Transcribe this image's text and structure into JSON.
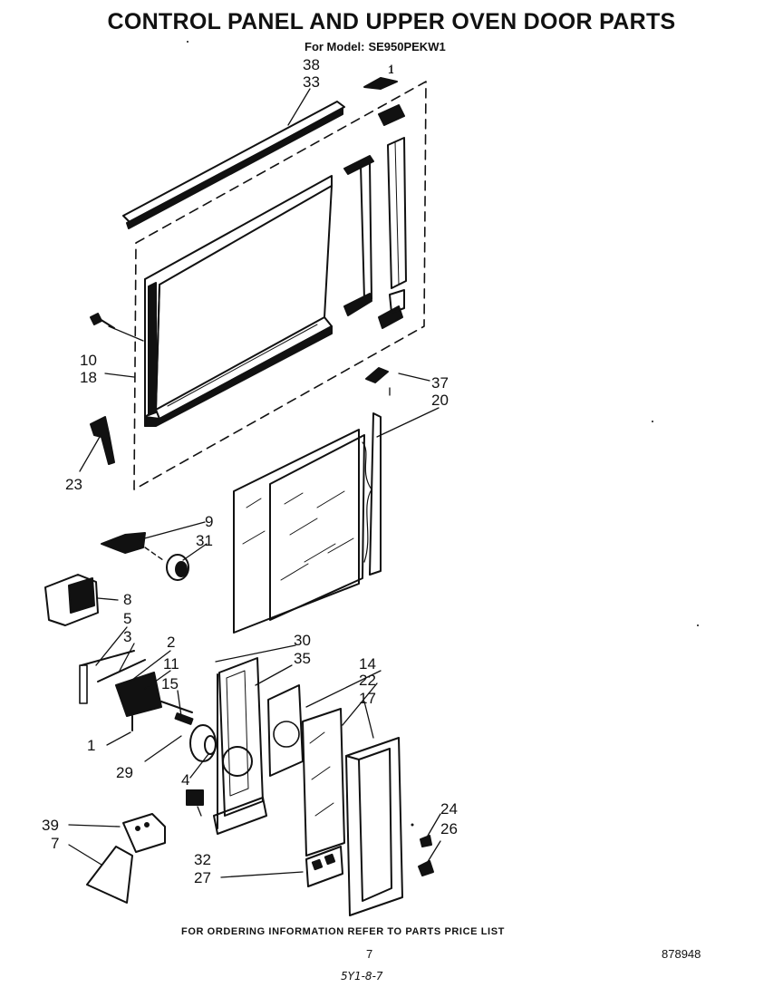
{
  "title": "CONTROL PANEL AND UPPER OVEN DOOR PARTS",
  "model": {
    "prefix": "For Model:",
    "value": "SE950PEKW1"
  },
  "callouts": [
    "38",
    "33",
    "1",
    "10",
    "18",
    "23",
    "37",
    "20",
    "9",
    "31",
    "8",
    "5",
    "3",
    "2",
    "11",
    "15",
    "1",
    "29",
    "4",
    "30",
    "35",
    "14",
    "22",
    "17",
    "24",
    "26",
    "39",
    "7",
    "32",
    "27"
  ],
  "footer": {
    "note": "FOR ORDERING INFORMATION REFER TO PARTS PRICE LIST",
    "page_number": "7",
    "document_number": "878948",
    "handwritten": "5Y1-8-7"
  }
}
